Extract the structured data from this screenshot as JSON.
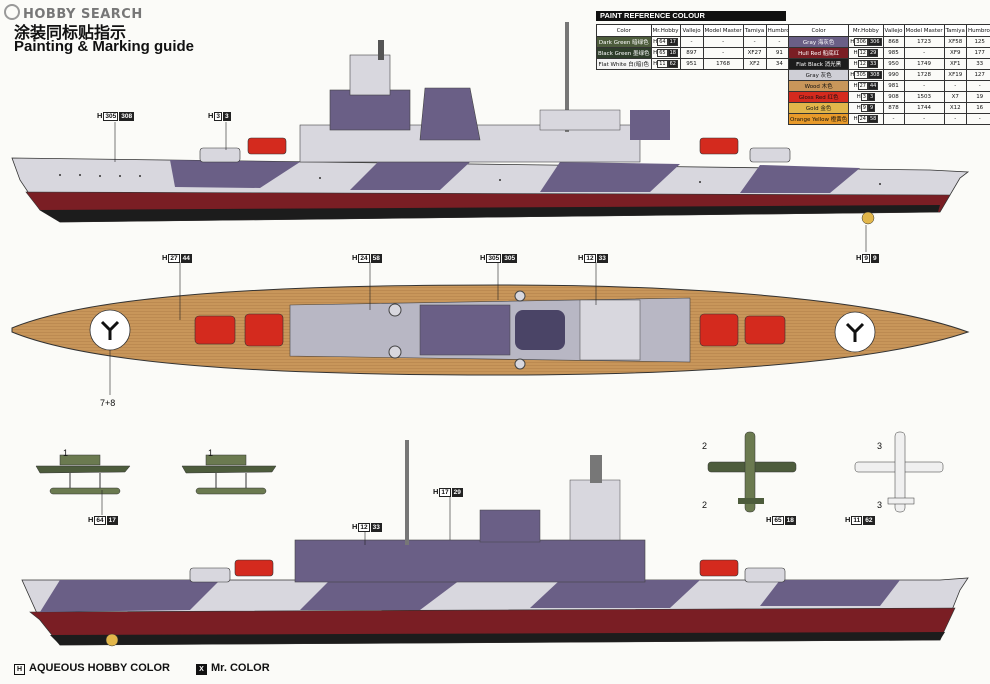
{
  "header": {
    "logo_text": "HOBBY SEARCH",
    "title_cn": "涂装同标贴指示",
    "title_en": "Painting & Marking guide"
  },
  "paint_table": {
    "title": "PAINT REFERENCE COLOUR",
    "columns": [
      "Color",
      "Mr.Hobby",
      "Vallejo",
      "Model Master",
      "Tamiya",
      "Humbrol"
    ],
    "left_rows": [
      {
        "color": "Dark Green 暗绿色",
        "swatch": "#4d5c3c",
        "h": "64",
        "c": "17",
        "vallejo": "-",
        "model_master": "-",
        "tamiya": "-",
        "humbrol": "-"
      },
      {
        "color": "Black Green 墨绿色",
        "swatch": "#2e3d2a",
        "h": "65",
        "c": "18",
        "vallejo": "897",
        "model_master": "-",
        "tamiya": "XF27",
        "humbrol": "91"
      },
      {
        "color": "Flat White 白(暗)色",
        "swatch": "#f4f4f4",
        "h": "11",
        "c": "62",
        "vallejo": "951",
        "model_master": "1768",
        "tamiya": "XF2",
        "humbrol": "34"
      }
    ],
    "right_rows": [
      {
        "color": "Gray 海灰色",
        "swatch": "#6a5f86",
        "h": "306",
        "c": "306",
        "vallejo": "868",
        "model_master": "1723",
        "tamiya": "XF58",
        "humbrol": "125"
      },
      {
        "color": "Hull Red 船底红",
        "swatch": "#7a1e24",
        "h": "12",
        "c": "29",
        "vallejo": "985",
        "model_master": "-",
        "tamiya": "XF9",
        "humbrol": "177"
      },
      {
        "color": "Flat Black 消光黑",
        "swatch": "#1c1c1c",
        "h": "12",
        "c": "33",
        "vallejo": "950",
        "model_master": "1749",
        "tamiya": "XF1",
        "humbrol": "33"
      },
      {
        "color": "Gray 灰色",
        "swatch": "#cfcfd6",
        "h": "305",
        "c": "308",
        "vallejo": "990",
        "model_master": "1728",
        "tamiya": "XF19",
        "humbrol": "127"
      },
      {
        "color": "Wood 木色",
        "swatch": "#c8965a",
        "h": "27",
        "c": "44",
        "vallejo": "981",
        "model_master": "-",
        "tamiya": "-",
        "humbrol": "-"
      },
      {
        "color": "Gloss Red 红色",
        "swatch": "#d42a1e",
        "h": "3",
        "c": "3",
        "vallejo": "908",
        "model_master": "1503",
        "tamiya": "X7",
        "humbrol": "19"
      },
      {
        "color": "Gold 金色",
        "swatch": "#e2b64a",
        "h": "9",
        "c": "9",
        "vallejo": "878",
        "model_master": "1744",
        "tamiya": "X12",
        "humbrol": "16"
      },
      {
        "color": "Orange Yellow 橙黄色",
        "swatch": "#e89a2a",
        "h": "24",
        "c": "58",
        "vallejo": "-",
        "model_master": "-",
        "tamiya": "-",
        "humbrol": "-"
      }
    ]
  },
  "callouts": {
    "c1": {
      "h": "305",
      "c": "308"
    },
    "c2": {
      "h": "3",
      "c": "3"
    },
    "c3": {
      "h": "9",
      "c": "9"
    },
    "c4": {
      "h": "27",
      "c": "44"
    },
    "c5": {
      "h": "24",
      "c": "58"
    },
    "c6": {
      "h": "305",
      "c": "305"
    },
    "c7": {
      "h": "12",
      "c": "33"
    },
    "c8": {
      "h": "64",
      "c": "17"
    },
    "c9": {
      "h": "12",
      "c": "33"
    },
    "c10": {
      "h": "17",
      "c": "29"
    },
    "c11": {
      "h": "65",
      "c": "18"
    },
    "c12": {
      "h": "11",
      "c": "62"
    }
  },
  "markers": {
    "decal_78": "7+8",
    "decal_1a": "1",
    "decal_1b": "1",
    "decal_2a": "2",
    "decal_2b": "2",
    "decal_3a": "3",
    "decal_3b": "3"
  },
  "legend": {
    "aqueous_symbol": "H",
    "aqueous_label": "AQUEOUS HOBBY COLOR",
    "mr_symbol": "X",
    "mr_label": "Mr. COLOR"
  },
  "colors": {
    "hull_purple": "#6a5f86",
    "hull_light": "#d8d7de",
    "hull_red": "#7a1e24",
    "deck_wood": "#c8965a",
    "turret_red": "#d42a1e"
  }
}
